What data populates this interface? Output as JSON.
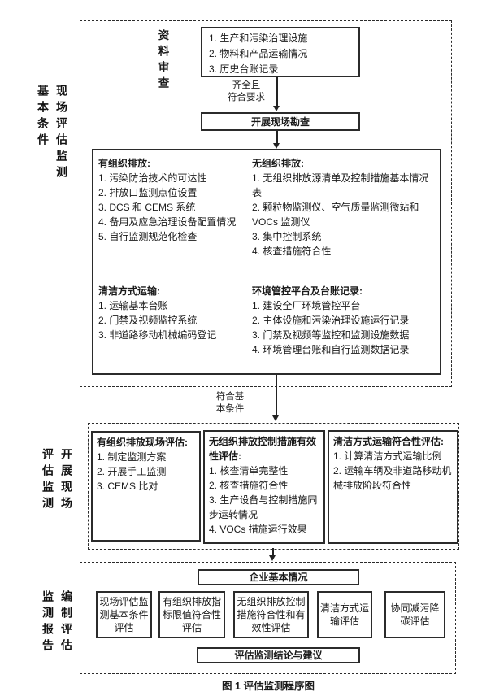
{
  "caption": "图 1  评估监测程序图",
  "colors": {
    "line": "#2b2b2b",
    "text": "#1a1a1a",
    "background": "#ffffff"
  },
  "s1": {
    "label_left": "基本条件",
    "label_right": "现场评估监测",
    "stage": "资料审查",
    "materials": {
      "items": [
        "1. 生产和污染治理设施",
        "2. 物料和产品运输情况",
        "3. 历史台账记录"
      ]
    },
    "note_a": {
      "line1": "齐全且",
      "line2": "符合要求"
    },
    "survey": "开展现场勘查",
    "organized": {
      "title": "有组织排放:",
      "items": [
        "1. 污染防治技术的可达性",
        "2. 排放口监测点位设置",
        "3. DCS 和 CEMS 系统",
        "4. 备用及应急治理设备配置情况",
        "5. 自行监测规范化检查"
      ]
    },
    "unorganized": {
      "title": "无组织排放:",
      "items": [
        "1. 无组织排放源清单及控制措施基本情况表",
        "2. 颗粒物监测仪、空气质量监测微站和 VOCs 监测仪",
        "3. 集中控制系统",
        "4. 核查措施符合性"
      ]
    },
    "clean_transport": {
      "title": "清洁方式运输:",
      "items": [
        "1. 运输基本台账",
        "2. 门禁及视频监控系统",
        "3. 非道路移动机械编码登记"
      ]
    },
    "platform": {
      "title": "环境管控平台及台账记录:",
      "items": [
        "1. 建设全厂环境管控平台",
        "2. 主体设施和污染治理设施运行记录",
        "3. 门禁及视频等监控和监测设施数据",
        "4. 环境管理台账和自行监测数据记录"
      ]
    }
  },
  "note_b": {
    "line1": "符合基",
    "line2": "本条件"
  },
  "s2": {
    "label_left": "评估监测",
    "label_right": "开展现场",
    "box1": {
      "title": "有组织排放现场评估:",
      "items": [
        "1. 制定监测方案",
        "2. 开展手工监测",
        "3. CEMS 比对"
      ]
    },
    "box2": {
      "title": "无组织排放控制措施有效性评估:",
      "items": [
        "1. 核查清单完整性",
        "2. 核查措施符合性",
        "3. 生产设备与控制措施同步运转情况",
        "4. VOCs 措施运行效果"
      ]
    },
    "box3": {
      "title": "清洁方式运输符合性评估:",
      "items": [
        "1. 计算清洁方式运输比例",
        "2. 运输车辆及非道路移动机械排放阶段符合性"
      ]
    }
  },
  "s3": {
    "label_left": "监测报告",
    "label_right": "编制评估",
    "top_box": "企业基本情况",
    "boxes": [
      "现场评估监测基本条件评估",
      "有组织排放指标限值符合性评估",
      "无组织排放控制措施符合性和有效性评估",
      "清洁方式运输评估",
      "协同减污降碳评估"
    ],
    "bottom_box": "评估监测结论与建议"
  }
}
